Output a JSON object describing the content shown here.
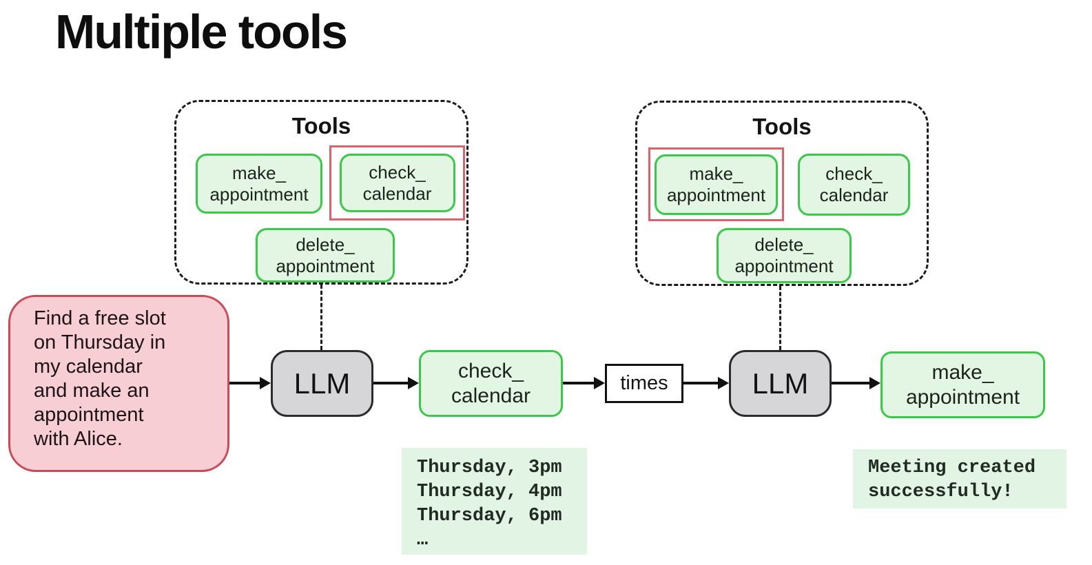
{
  "title": "Multiple tools",
  "colors": {
    "tool_fill": "#e3f6e3",
    "tool_border": "#38c947",
    "highlight_border": "#e0606a",
    "request_fill": "#f6ced4",
    "request_border": "#cc4a55",
    "llm_fill": "#d6d6d9",
    "line": "#111111",
    "output_fill": "#e2f5e5"
  },
  "tools_panels": [
    {
      "label": "Tools",
      "items": [
        {
          "name": "make_appointment",
          "label": "make_\nappointment",
          "highlighted": false
        },
        {
          "name": "check_calendar",
          "label": "check_\ncalendar",
          "highlighted": true
        },
        {
          "name": "delete_appointment",
          "label": "delete_\nappointment",
          "highlighted": false
        }
      ]
    },
    {
      "label": "Tools",
      "items": [
        {
          "name": "make_appointment",
          "label": "make_\nappointment",
          "highlighted": true
        },
        {
          "name": "check_calendar",
          "label": "check_\ncalendar",
          "highlighted": false
        },
        {
          "name": "delete_appointment",
          "label": "delete_\nappointment",
          "highlighted": false
        }
      ]
    }
  ],
  "flow": {
    "request": "Find a free slot\non Thursday in\nmy calendar\nand make an\nappointment\nwith Alice.",
    "llm1": "LLM",
    "llm2": "LLM",
    "tool_call_1": "check_\ncalendar",
    "result_label": "times",
    "tool_call_2": "make_\nappointment",
    "output_1": "Thursday, 3pm\nThursday, 4pm\nThursday, 6pm\n…",
    "output_2": "Meeting created\nsuccessfully!"
  }
}
